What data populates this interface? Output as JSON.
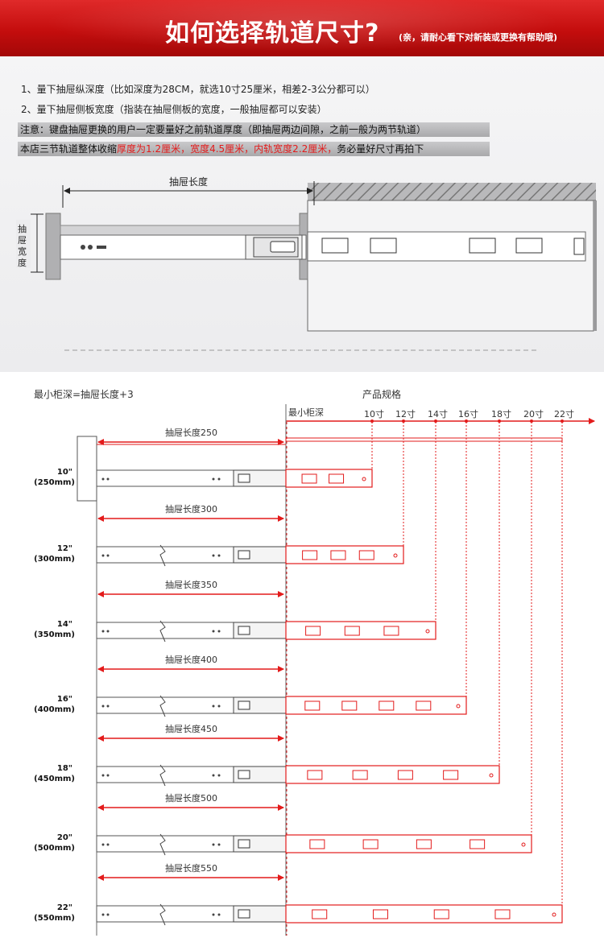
{
  "header": {
    "title": "如何选择轨道尺寸?",
    "note": "(亲，请耐心看下对新装或更换有帮助哦)"
  },
  "instructions": {
    "step1": "1、量下抽屉纵深度（比如深度为28CM，就选10寸25厘米，相差2-3公分都可以）",
    "step2": "2、量下抽屉侧板宽度（指装在抽屉侧板的宽度，一般抽屉都可以安装）",
    "notice": "注意：键盘抽屉更换的用户一定要量好之前轨道厚度（即抽屉两边间隙，之前一般为两节轨道）",
    "spec_prefix": "本店三节轨道整体收缩",
    "spec_highlight": "厚度为1.2厘米，宽度4.5厘米，内轨宽度2.2厘米，",
    "spec_suffix": "务必量好尺寸再拍下"
  },
  "drawer_diagram": {
    "length_label": "抽屉长度",
    "width_label": "抽屉宽度"
  },
  "size_chart": {
    "formula": "最小柜深=抽屉长度+3",
    "spec_title": "产品规格",
    "min_depth_label": "最小柜深",
    "sizes": [
      {
        "inch": "10\"",
        "mm": "(250mm)",
        "tick": "10寸",
        "drawer_length": "抽屉长度250"
      },
      {
        "inch": "12\"",
        "mm": "(300mm)",
        "tick": "12寸",
        "drawer_length": "抽屉长度300"
      },
      {
        "inch": "14\"",
        "mm": "(350mm)",
        "tick": "14寸",
        "drawer_length": "抽屉长度350"
      },
      {
        "inch": "16\"",
        "mm": "(400mm)",
        "tick": "16寸",
        "drawer_length": "抽屉长度400"
      },
      {
        "inch": "18\"",
        "mm": "(450mm)",
        "tick": "18寸",
        "drawer_length": "抽屉长度450"
      },
      {
        "inch": "20\"",
        "mm": "(500mm)",
        "tick": "20寸",
        "drawer_length": "抽屉长度500"
      },
      {
        "inch": "22\"",
        "mm": "(550mm)",
        "tick": "22寸",
        "drawer_length": "抽屉长度550"
      }
    ]
  },
  "colors": {
    "accent_red": "#e31b1b",
    "header_red": "#c40d0d",
    "rail_gray": "#555555"
  }
}
